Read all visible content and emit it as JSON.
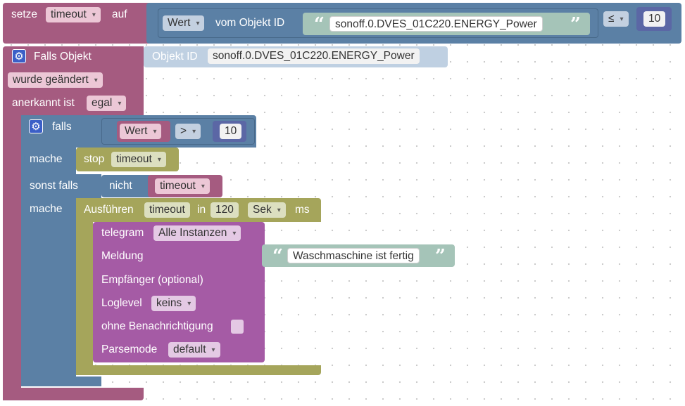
{
  "set_block": {
    "set_label": "setze",
    "variable": "timeout",
    "to_label": "auf",
    "compare": {
      "value_block": {
        "attribute": "Wert",
        "of_object_label": "vom Objekt ID",
        "object_id": "sonoff.0.DVES_01C220.ENERGY_Power"
      },
      "operator": "≤",
      "number": "10"
    }
  },
  "trigger_block": {
    "title": "Falls Objekt",
    "object_label": "Objekt ID",
    "object_id": "sonoff.0.DVES_01C220.ENERGY_Power",
    "changed_option": "wurde geändert",
    "ack_label": "anerkannt ist",
    "ack_value": "egal"
  },
  "if_block": {
    "if_label": "falls",
    "condition": {
      "attribute": "Wert",
      "operator": ">",
      "number": "10"
    },
    "do_label": "mache",
    "stop_block": {
      "label": "stop",
      "variable": "timeout"
    },
    "elseif_label": "sonst falls",
    "not_block": {
      "label": "nicht",
      "variable": "timeout"
    },
    "do2_label": "mache",
    "timeout_block": {
      "exec_label": "Ausführen",
      "variable": "timeout",
      "in_label": "in",
      "delay": "120",
      "unit": "Sek",
      "ms_label": "ms"
    },
    "telegram_block": {
      "title": "telegram",
      "instance": "Alle Instanzen",
      "message_label": "Meldung",
      "message_text": "Waschmaschine ist fertig",
      "recipient_label": "Empfänger (optional)",
      "loglevel_label": "Loglevel",
      "loglevel_value": "keins",
      "silent_label": "ohne Benachrichtigung",
      "parsemode_label": "Parsemode",
      "parsemode_value": "default"
    }
  },
  "colors": {
    "variables": "#a55b80",
    "values": "#5b80a5",
    "math": "#5b67a5",
    "timeouts": "#a5a55b",
    "telegram": "#a55ba5",
    "text": "#a5c4b8"
  }
}
